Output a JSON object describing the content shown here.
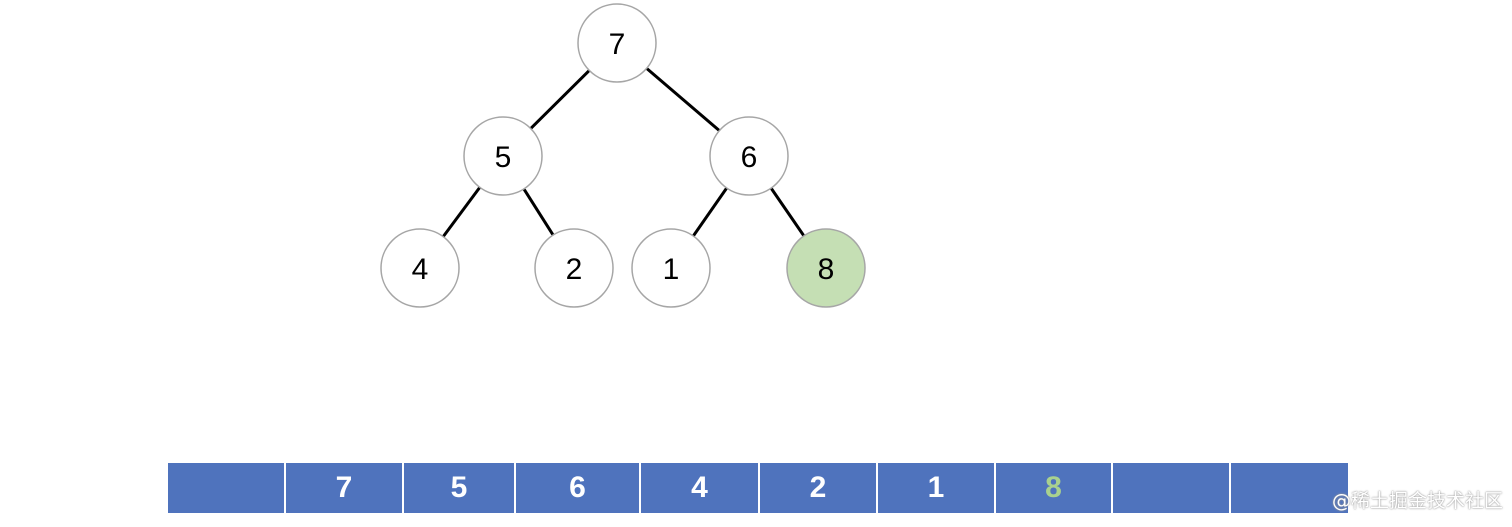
{
  "colors": {
    "node_fill": "#ffffff",
    "node_stroke": "#a6a6a6",
    "highlight_fill": "#c5dfb4",
    "edge": "#000000",
    "array_fill": "#4f73bd",
    "array_text": "#ffffff",
    "array_highlight_text": "#a9d18e"
  },
  "tree": {
    "nodes": [
      {
        "id": "n0",
        "value": "7"
      },
      {
        "id": "n1",
        "value": "5"
      },
      {
        "id": "n2",
        "value": "6"
      },
      {
        "id": "n3",
        "value": "4"
      },
      {
        "id": "n4",
        "value": "2"
      },
      {
        "id": "n5",
        "value": "1"
      },
      {
        "id": "n6",
        "value": "8",
        "highlight": true
      }
    ],
    "edges": [
      [
        "n0",
        "n1"
      ],
      [
        "n0",
        "n2"
      ],
      [
        "n1",
        "n3"
      ],
      [
        "n1",
        "n4"
      ],
      [
        "n2",
        "n5"
      ],
      [
        "n2",
        "n6"
      ]
    ]
  },
  "array": {
    "cells": [
      {
        "value": ""
      },
      {
        "value": "7"
      },
      {
        "value": "5"
      },
      {
        "value": "6"
      },
      {
        "value": "4"
      },
      {
        "value": "2"
      },
      {
        "value": "1"
      },
      {
        "value": "8",
        "highlight": true
      },
      {
        "value": ""
      },
      {
        "value": ""
      }
    ]
  },
  "watermark": "@稀土掘金技术社区"
}
